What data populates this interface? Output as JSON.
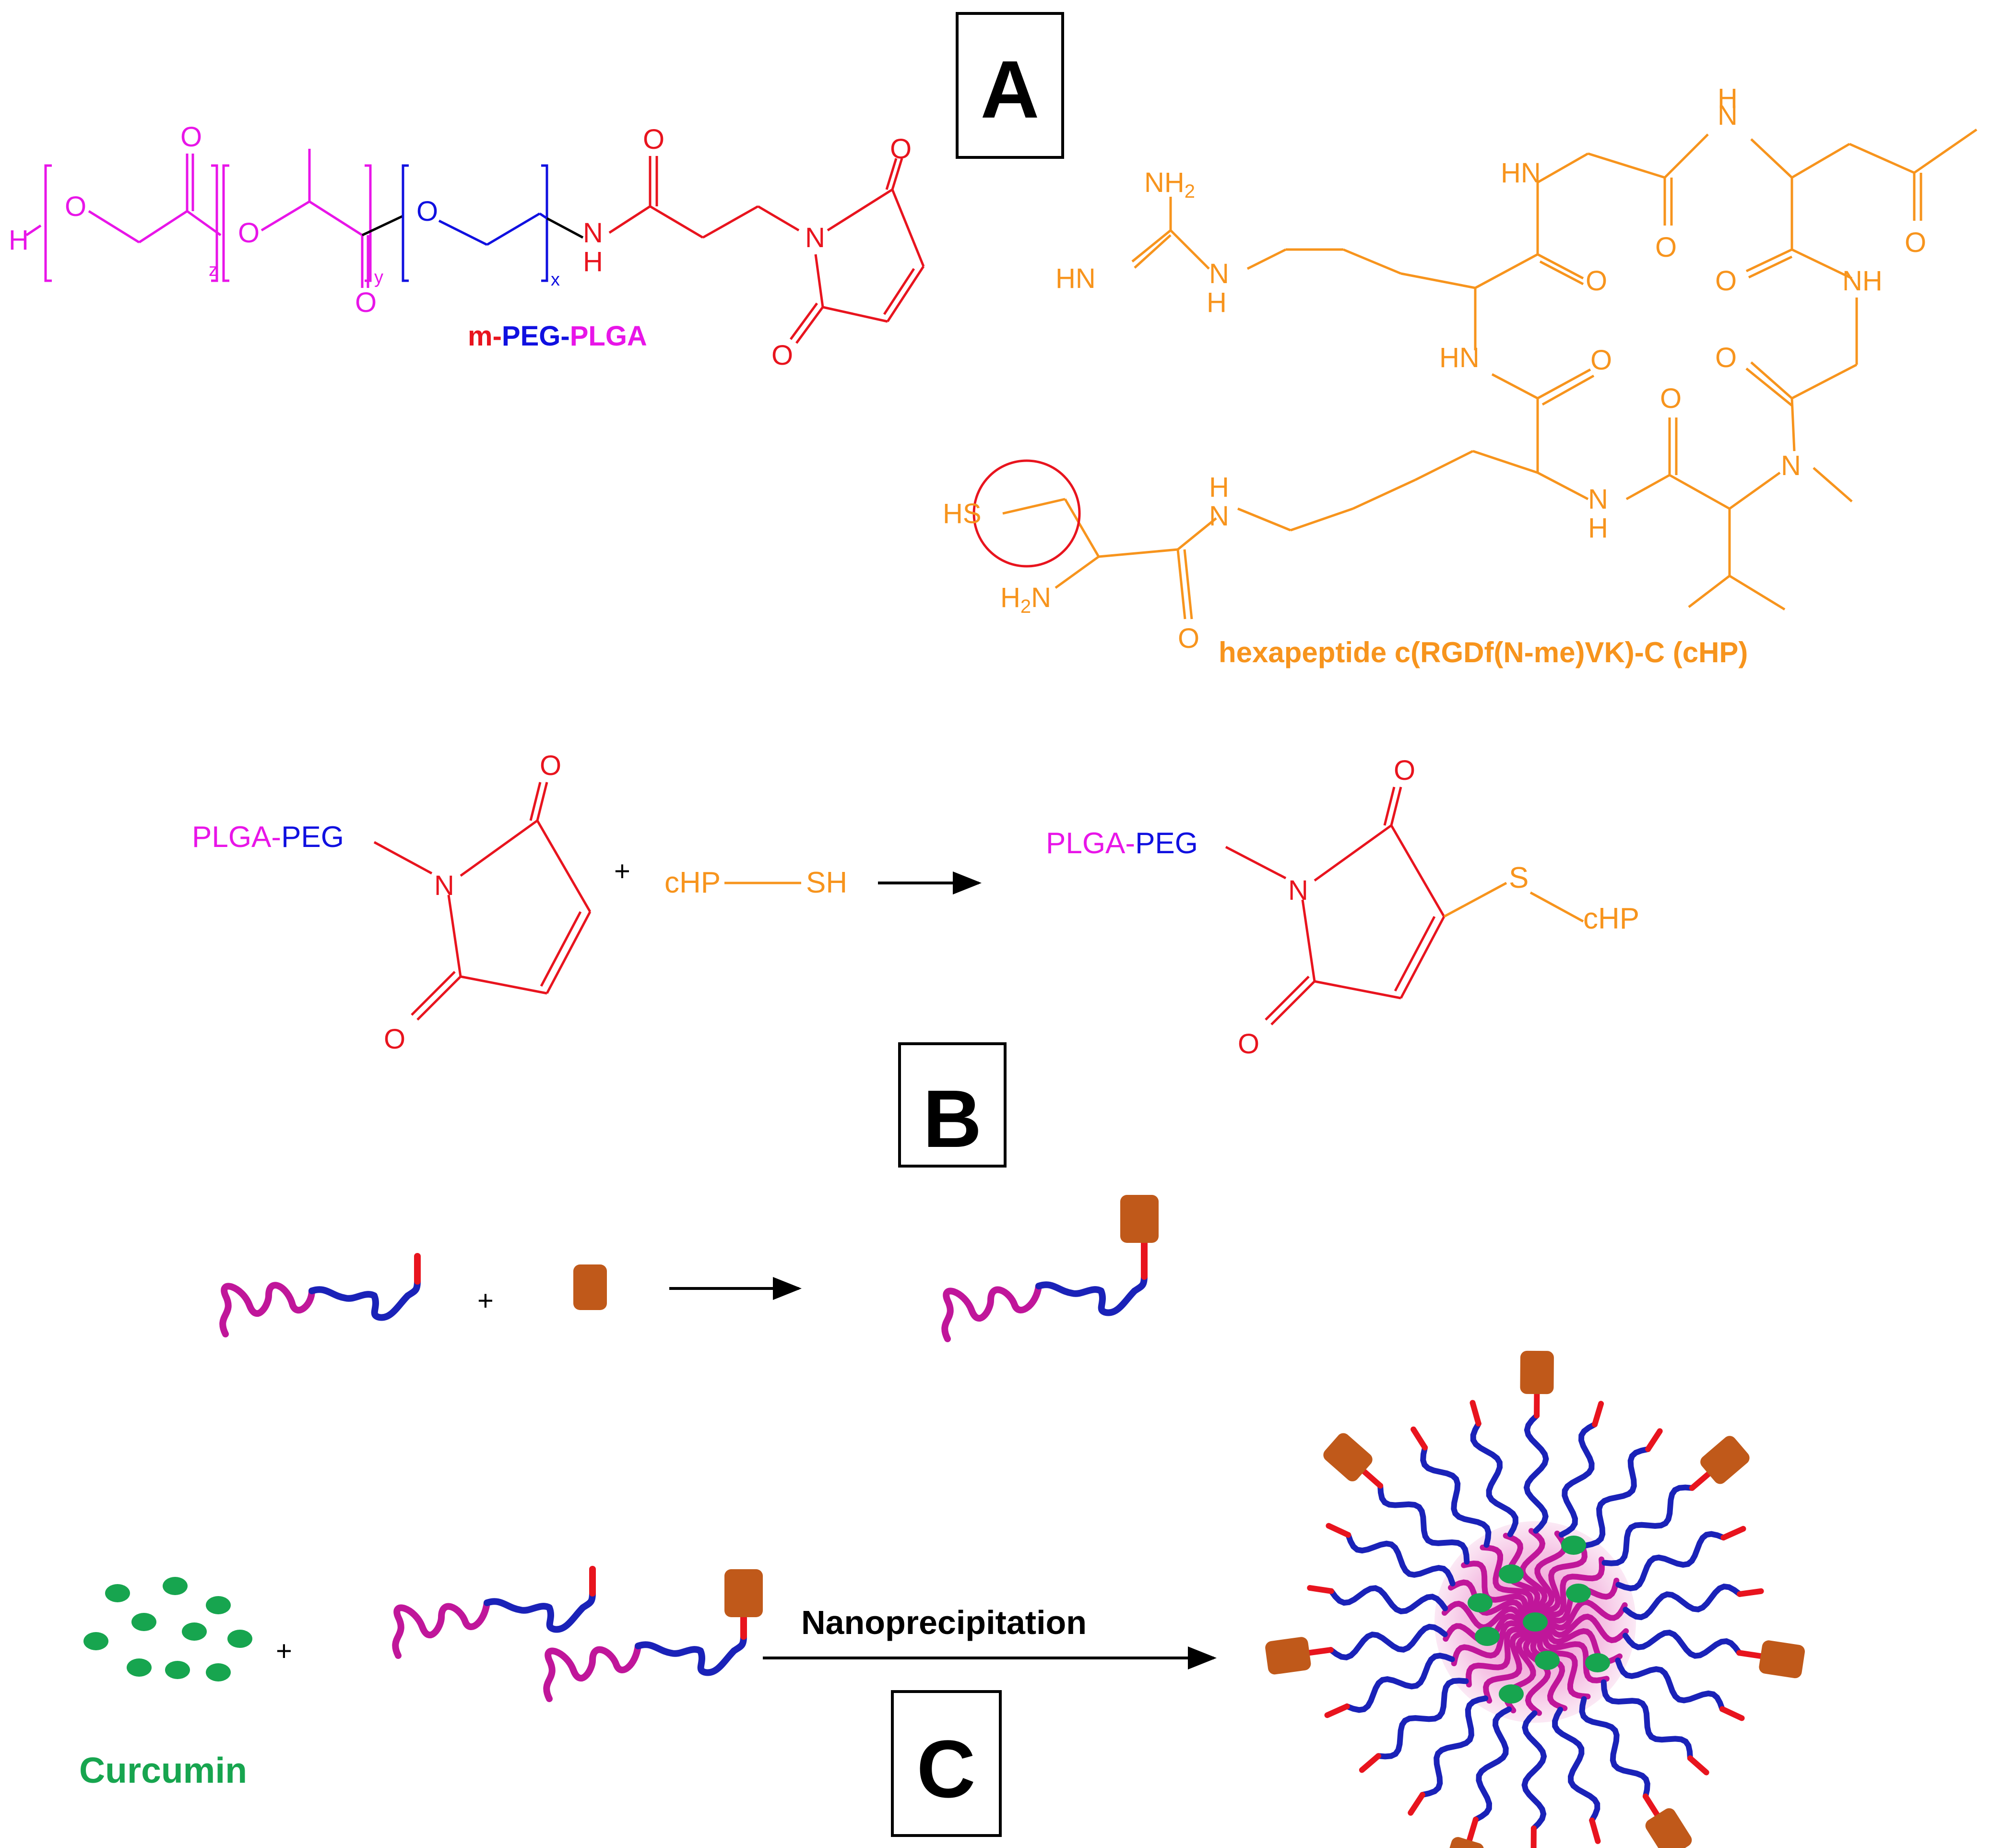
{
  "panels": {
    "a": "A",
    "b": "B",
    "c": "C"
  },
  "labels": {
    "mpeg_m": "m-",
    "mpeg_peg": "PEG-",
    "mpeg_plga": "PLGA",
    "peptide_name": "hexapeptide c(RGDf(N-me)VK)-C (cHP)",
    "plga_prefix": "PLGA-",
    "peg_suffix": "PEG",
    "chp": "cHP",
    "sh": "SH",
    "s": "S",
    "plus": "+",
    "nanoprecipitation": "Nanoprecipitation",
    "curcumin": "Curcumin"
  },
  "atoms": {
    "O": "O",
    "N": "N",
    "H": "H",
    "NH": "NH",
    "HN": "HN",
    "HS": "HS",
    "NH2": "NH2",
    "H2N": "H2N",
    "z": "z",
    "y": "y",
    "x": "x"
  },
  "colors": {
    "plga": "#e815e8",
    "peg": "#1010e0",
    "maleimide": "#e8141e",
    "peptide": "#f7941d",
    "chain_plga": "#c0169a",
    "chain_peg": "#1a22b8",
    "chain_end": "#e8141e",
    "ligand": "#c0591a",
    "curcumin": "#17a54f",
    "core_glow": "#f2b0dc",
    "black": "#000000"
  }
}
